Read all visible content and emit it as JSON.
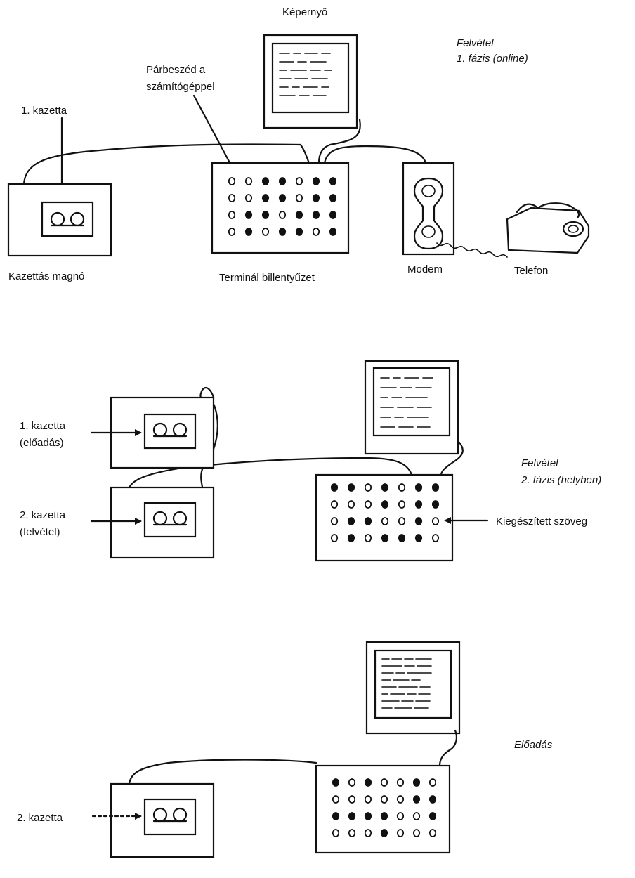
{
  "colors": {
    "ink": "#111111",
    "paper": "#ffffff"
  },
  "phase1": {
    "title_line1": "Felvétel",
    "title_line2": "1. fázis (online)",
    "screen_label": "Képernyő",
    "dialog_label_line1": "Párbeszéd a",
    "dialog_label_line2": "számítógéppel",
    "cassette_label": "1. kazetta",
    "recorder_label": "Kazettás magnó",
    "keyboard_label": "Terminál billentyűzet",
    "modem_label": "Modem",
    "phone_label": "Telefon"
  },
  "phase2": {
    "title_line1": "Felvétel",
    "title_line2": "2. fázis (helyben)",
    "cassette1_line1": "1. kazetta",
    "cassette1_line2": "(előadás)",
    "cassette2_line1": "2. kazetta",
    "cassette2_line2": "(felvétel)",
    "text_label": "Kiegészített szöveg"
  },
  "phase3": {
    "title": "Előadás",
    "cassette_label": "2. kazetta"
  }
}
